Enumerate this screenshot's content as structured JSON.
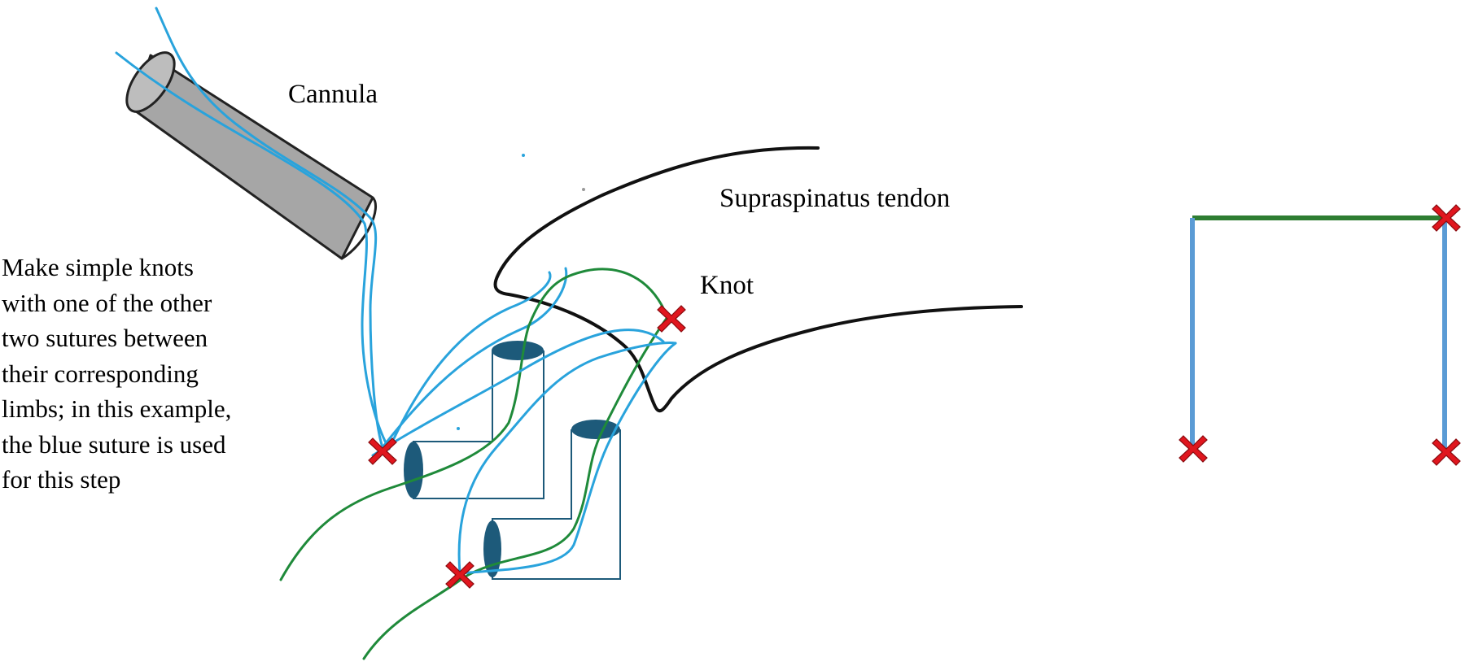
{
  "labels": {
    "cannula": "Cannula",
    "tendon": "Supraspinatus tendon",
    "knot": "Knot",
    "instruction_lines": [
      "Make simple knots",
      "with one of the other",
      "two sutures between",
      "their corresponding",
      "limbs; in this example,",
      "the blue suture is used",
      "for this step"
    ]
  },
  "colors": {
    "blue_suture": "#29a3dc",
    "green_suture": "#1f8a3a",
    "tendon_line": "#111111",
    "cannula_fill": "#a6a6a6",
    "anchor_hole": "#1d5a7a",
    "knot_mark": "#e0161e",
    "schematic_blue": "#5b9bd5",
    "schematic_green": "#2e7d32"
  },
  "icons": {
    "knot_marker": "red-x-icon"
  }
}
